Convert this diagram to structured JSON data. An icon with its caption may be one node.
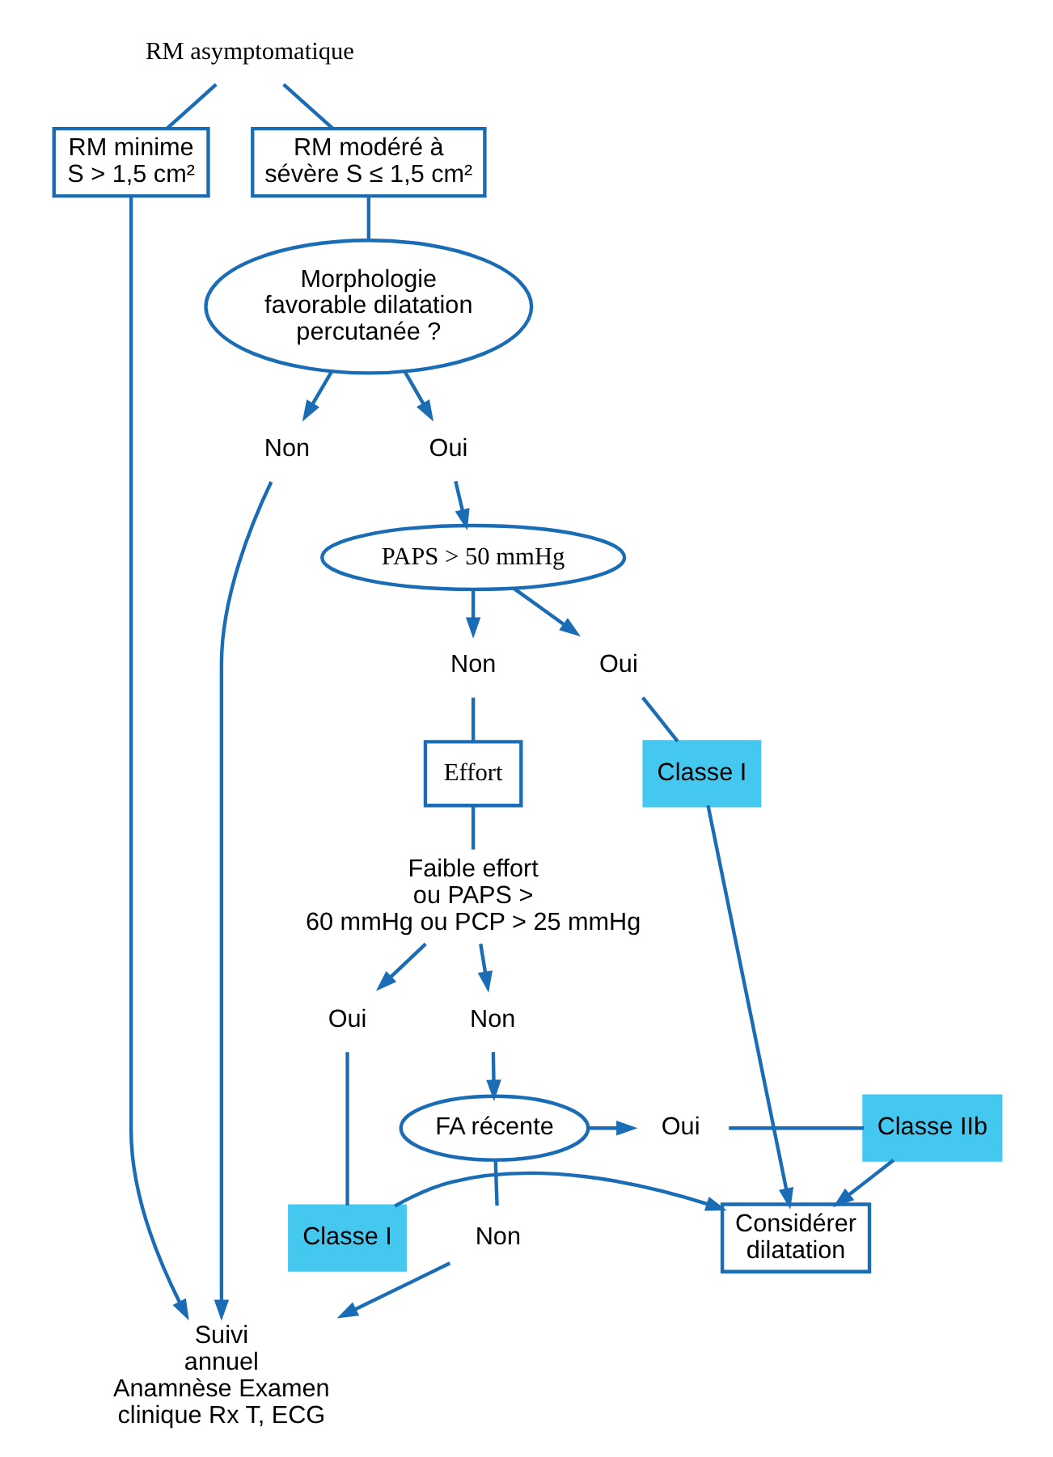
{
  "diagram": {
    "nodes": [
      {
        "text": [
          "RM asymptomatique"
        ]
      },
      {
        "text": [
          "RM minime S > 1,5 cm²"
        ]
      },
      {
        "text": [
          "RM modéré à sévère S ≤ 1,5 cm²"
        ]
      },
      {
        "text": [
          "Suivi annuel Anamnèse Examen clinique Rx T, ECG"
        ]
      },
      {
        "text": [
          "Morphologie favorable dilatation percutanée ?"
        ]
      },
      {
        "text": [
          "Non"
        ]
      },
      {
        "text": [
          "Oui"
        ]
      },
      {
        "text": [
          "PAPS > 50 mmHg"
        ]
      },
      {
        "text": [
          "Non"
        ]
      },
      {
        "text": [
          "Oui"
        ]
      },
      {
        "text": [
          "Effort"
        ]
      },
      {
        "text": [
          "Classe I"
        ]
      },
      {
        "text": [
          "Considérer dilatation"
        ]
      },
      {
        "text": [
          "Faible effort ou PAPS > 60 mmHg ou PCP > 25 mmHg"
        ]
      },
      {
        "text": [
          "Classe I"
        ]
      },
      {
        "text": [
          "Non"
        ]
      },
      {
        "text": [
          "Oui"
        ]
      },
      {
        "text": [
          "Non"
        ]
      },
      {
        "text": [
          "FA récente"
        ]
      },
      {
        "text": [
          "Oui"
        ]
      },
      {
        "text": [
          "Classe IIb"
        ]
      }
    ],
    "edges": [
      {
        "from": 0,
        "to": 1,
        "arrow": "none"
      },
      {
        "from": 0,
        "to": 2,
        "arrow": "none"
      },
      {
        "from": 1,
        "to": 3,
        "arrow": "to"
      },
      {
        "from": 2,
        "to": 4,
        "arrow": "none"
      },
      {
        "from": 4,
        "to": 5,
        "arrow": "to"
      },
      {
        "from": 4,
        "to": 6,
        "arrow": "to"
      },
      {
        "from": 5,
        "to": 3,
        "arrow": "to"
      },
      {
        "from": 6,
        "to": 7,
        "arrow": "to"
      },
      {
        "from": 7,
        "to": 8,
        "arrow": "to"
      },
      {
        "from": 7,
        "to": 9,
        "arrow": "to"
      },
      {
        "from": 8,
        "to": 10,
        "arrow": "none"
      },
      {
        "from": 9,
        "to": 11,
        "arrow": "none"
      },
      {
        "from": 10,
        "to": 13,
        "arrow": "none"
      },
      {
        "from": 11,
        "to": 12,
        "arrow": "to"
      },
      {
        "from": 14,
        "to": 12,
        "arrow": "to"
      },
      {
        "from": 13,
        "to": 15,
        "arrow": "to"
      },
      {
        "from": 13,
        "to": 16,
        "arrow": "to"
      },
      {
        "from": 16,
        "to": 14,
        "arrow": "none"
      },
      {
        "from": 15,
        "to": 18,
        "arrow": "to"
      },
      {
        "from": 18,
        "to": 17,
        "arrow": "none"
      },
      {
        "from": 17,
        "to": 3,
        "arrow": "to"
      },
      {
        "from": 18,
        "to": 19,
        "arrow": "to"
      },
      {
        "from": 19,
        "to": 20,
        "arrow": "none"
      },
      {
        "from": 20,
        "to": 12,
        "arrow": "to"
      }
    ]
  }
}
